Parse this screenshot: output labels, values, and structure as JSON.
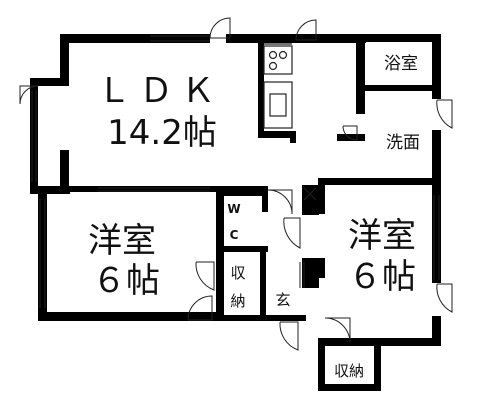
{
  "rooms": {
    "ldk": {
      "line1": "ＬＤＫ",
      "line2": "14.2帖"
    },
    "bath": {
      "label": "浴室"
    },
    "washroom": {
      "label": "洗面"
    },
    "western_left": {
      "line1": "洋室",
      "line2": "６帖"
    },
    "western_right": {
      "line1": "洋室",
      "line2": "６帖"
    },
    "wc": {
      "line1": "W",
      "line2": "C"
    },
    "storage_mid": {
      "line1": "収",
      "line2": "納"
    },
    "storage_bottom": {
      "label": "収納"
    },
    "entrance": {
      "label": "玄"
    }
  },
  "colors": {
    "wall": "#000000",
    "line": "#222222",
    "background": "#ffffff"
  }
}
